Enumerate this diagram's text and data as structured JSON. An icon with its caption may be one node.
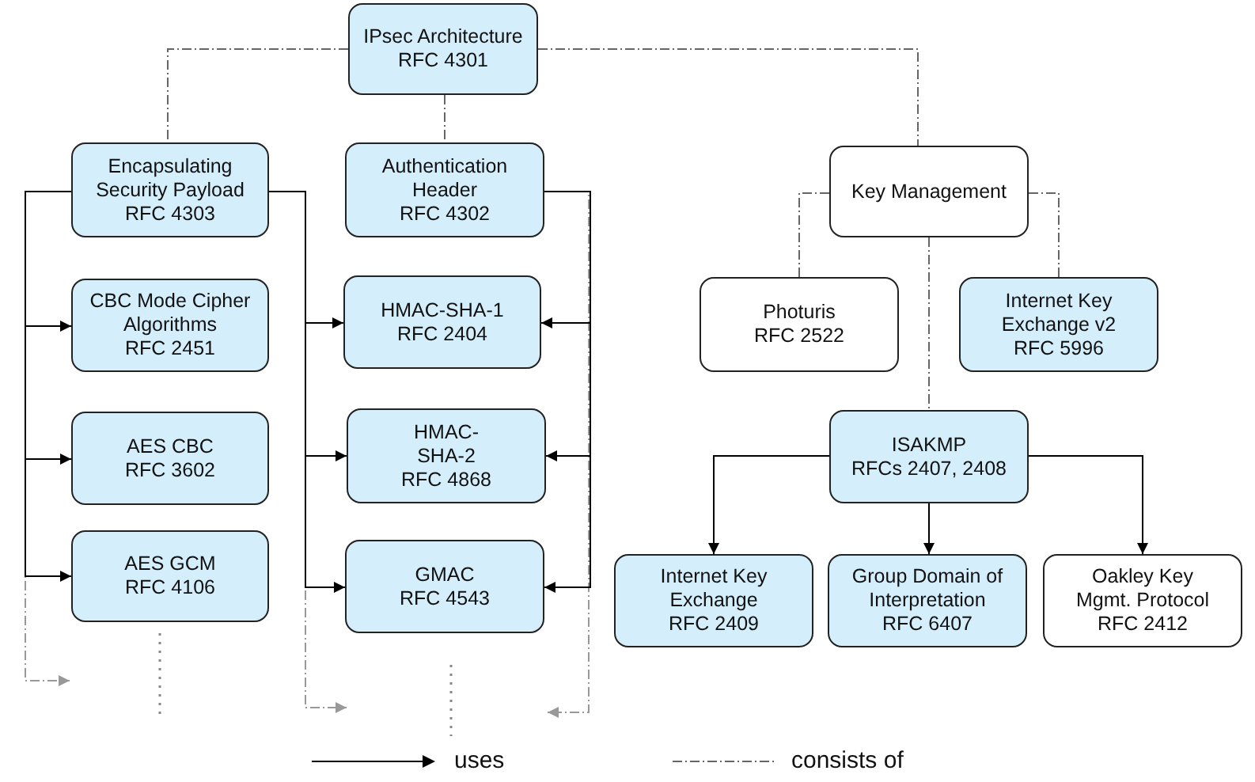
{
  "diagram": {
    "nodes": [
      {
        "text": [
          "IPsec Architecture",
          "RFC 4301"
        ]
      },
      {
        "text": [
          "Encapsulating Security Payload",
          "RFC 4303"
        ]
      },
      {
        "text": [
          "Authentication Header",
          "RFC 4302"
        ]
      },
      {
        "text": [
          "Key Management"
        ]
      },
      {
        "text": [
          "CBC Mode Cipher Algorithms",
          "RFC 2451"
        ]
      },
      {
        "text": [
          "AES CBC",
          "RFC 3602"
        ]
      },
      {
        "text": [
          "AES GCM",
          "RFC 4106"
        ]
      },
      {
        "text": [
          "HMAC-SHA-1",
          "RFC 2404"
        ]
      },
      {
        "text": [
          "HMAC-SHA-2",
          "RFC 4868"
        ]
      },
      {
        "text": [
          "GMAC",
          "RFC 4543"
        ]
      },
      {
        "text": [
          "Photuris",
          "RFC 2522"
        ]
      },
      {
        "text": [
          "Internet Key Exchange v2",
          "RFC 5996"
        ]
      },
      {
        "text": [
          "ISAKMP",
          "RFCs 2407, 2408"
        ]
      },
      {
        "text": [
          "Internet Key Exchange",
          "RFC 2409"
        ]
      },
      {
        "text": [
          "Group Domain of Interpretation",
          "RFC 6407"
        ]
      },
      {
        "text": [
          "Oakley Key Mgmt. Protocol",
          "RFC 2412"
        ]
      }
    ],
    "edges": [
      {
        "from": 0,
        "to": 1,
        "arrow": "none",
        "style": "dashed",
        "color": "#666666"
      },
      {
        "from": 0,
        "to": 2,
        "arrow": "none",
        "style": "dashed",
        "color": "#666666"
      },
      {
        "from": 0,
        "to": 3,
        "arrow": "none",
        "style": "dashed",
        "color": "#666666"
      },
      {
        "from": 3,
        "to": 10,
        "arrow": "none",
        "style": "dashed",
        "color": "#666666"
      },
      {
        "from": 3,
        "to": 11,
        "arrow": "none",
        "style": "dashed",
        "color": "#666666"
      },
      {
        "from": 3,
        "to": 12,
        "arrow": "none",
        "style": "dashed",
        "color": "#666666"
      },
      {
        "from": 1,
        "to": 4,
        "arrow": "to"
      },
      {
        "from": 1,
        "to": 5,
        "arrow": "to"
      },
      {
        "from": 1,
        "to": 6,
        "arrow": "to"
      },
      {
        "from": 1,
        "to": 7,
        "arrow": "to"
      },
      {
        "from": 1,
        "to": 8,
        "arrow": "to"
      },
      {
        "from": 1,
        "to": 9,
        "arrow": "to"
      },
      {
        "from": 2,
        "to": 7,
        "arrow": "to"
      },
      {
        "from": 2,
        "to": 8,
        "arrow": "to"
      },
      {
        "from": 2,
        "to": 9,
        "arrow": "to"
      },
      {
        "from": 12,
        "to": 13,
        "arrow": "to"
      },
      {
        "from": 12,
        "to": 14,
        "arrow": "to"
      },
      {
        "from": 12,
        "to": 15,
        "arrow": "to"
      },
      {
        "from": 1,
        "to": null,
        "arrow": "to",
        "style": "dashed",
        "color": "#999999"
      },
      {
        "from": 1,
        "to": null,
        "arrow": "to",
        "style": "dashed",
        "color": "#999999"
      },
      {
        "from": 2,
        "to": null,
        "arrow": "to",
        "style": "dashed",
        "color": "#999999"
      }
    ],
    "legend": [
      {
        "text": "uses"
      },
      {
        "text": "consists of"
      }
    ]
  }
}
